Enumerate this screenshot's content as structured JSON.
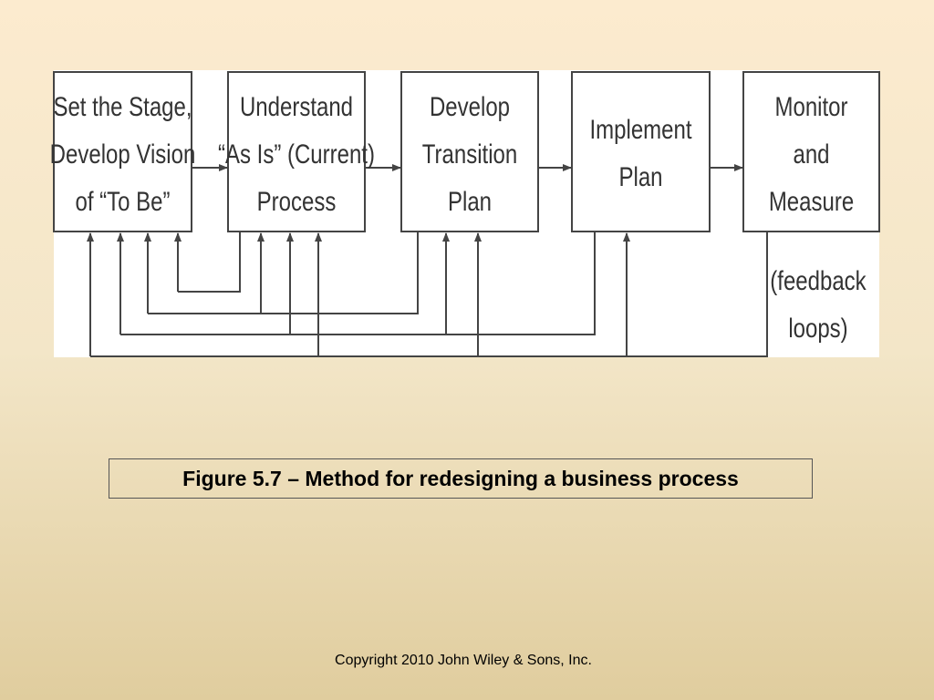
{
  "diagram": {
    "boxes": [
      {
        "lines": [
          "Set the Stage,",
          "Develop Vision",
          "of “To Be”"
        ]
      },
      {
        "lines": [
          "Understand",
          "“As Is” (Current)",
          "Process"
        ]
      },
      {
        "lines": [
          "Develop",
          "Transition",
          "Plan"
        ]
      },
      {
        "lines": [
          "Implement",
          "Plan"
        ]
      },
      {
        "lines": [
          "Monitor",
          "and",
          "Measure"
        ]
      }
    ],
    "feedback_label": [
      "(feedback",
      "loops)"
    ]
  },
  "caption": "Figure 5.7 – Method for redesigning a business process",
  "copyright": "Copyright 2010 John Wiley & Sons, Inc."
}
